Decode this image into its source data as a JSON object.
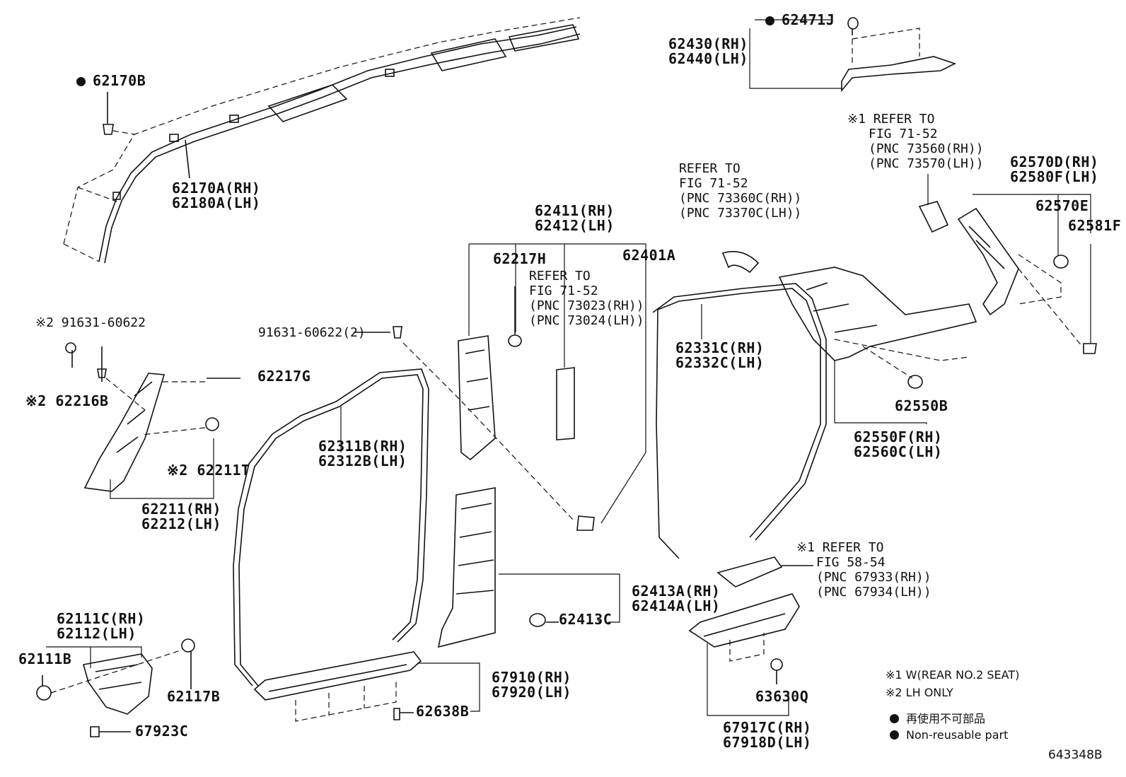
{
  "diagram_id": "643348B",
  "labels": {
    "l62170B": "62170B",
    "l62170A": [
      "62170A(RH)",
      "62180A(LH)"
    ],
    "l62471J": "62471J",
    "l62430": [
      "62430(RH)",
      "62440(LH)"
    ],
    "lref7352": [
      "※1 REFER TO",
      "FIG 71-52",
      "(PNC 73560(RH))",
      "(PNC 73570(LH))"
    ],
    "lref7336": [
      "REFER TO",
      "FIG 71-52",
      "(PNC 73360C(RH))",
      "(PNC 73370C(LH))"
    ],
    "l62570D": [
      "62570D(RH)",
      "62580F(LH)"
    ],
    "l62570E": "62570E",
    "l62581F": "62581F",
    "l62411": [
      "62411(RH)",
      "62412(LH)"
    ],
    "l62217H": "62217H",
    "l62401A": "62401A",
    "lref7302": [
      "REFER TO",
      "FIG 71-52",
      "(PNC 73023(RH))",
      "(PNC 73024(LH))"
    ],
    "l91631a": "※2 91631-60622",
    "l91631b": "91631-60622(2)",
    "l62216B": "※2 62216B",
    "l62217G": "62217G",
    "l62211T": "※2 62211T",
    "l62211": [
      "62211(RH)",
      "62212(LH)"
    ],
    "l62311B": [
      "62311B(RH)",
      "62312B(LH)"
    ],
    "l62331C": [
      "62331C(RH)",
      "62332C(LH)"
    ],
    "l62550B": "62550B",
    "l62550F": [
      "62550F(RH)",
      "62560C(LH)"
    ],
    "lref5854": [
      "※1 REFER TO",
      "FIG 58-54",
      "(PNC 67933(RH))",
      "(PNC 67934(LH))"
    ],
    "l62413A": [
      "62413A(RH)",
      "62414A(LH)"
    ],
    "l62413C": "62413C",
    "l62111C": [
      "62111C(RH)",
      "62112(LH)"
    ],
    "l62111B": "62111B",
    "l62117B": "62117B",
    "l67923C": "67923C",
    "l67910": [
      "67910(RH)",
      "67920(LH)"
    ],
    "l62638B": "62638B",
    "l63630Q": "63630Q",
    "l67917C": [
      "67917C(RH)",
      "67918D(LH)"
    ]
  },
  "legend": {
    "note1": "※1  W(REAR NO.2 SEAT)",
    "note2": "※2  LH ONLY",
    "nonreusable_jp": "再使用不可部品",
    "nonreusable_en": "Non-reusable part"
  }
}
